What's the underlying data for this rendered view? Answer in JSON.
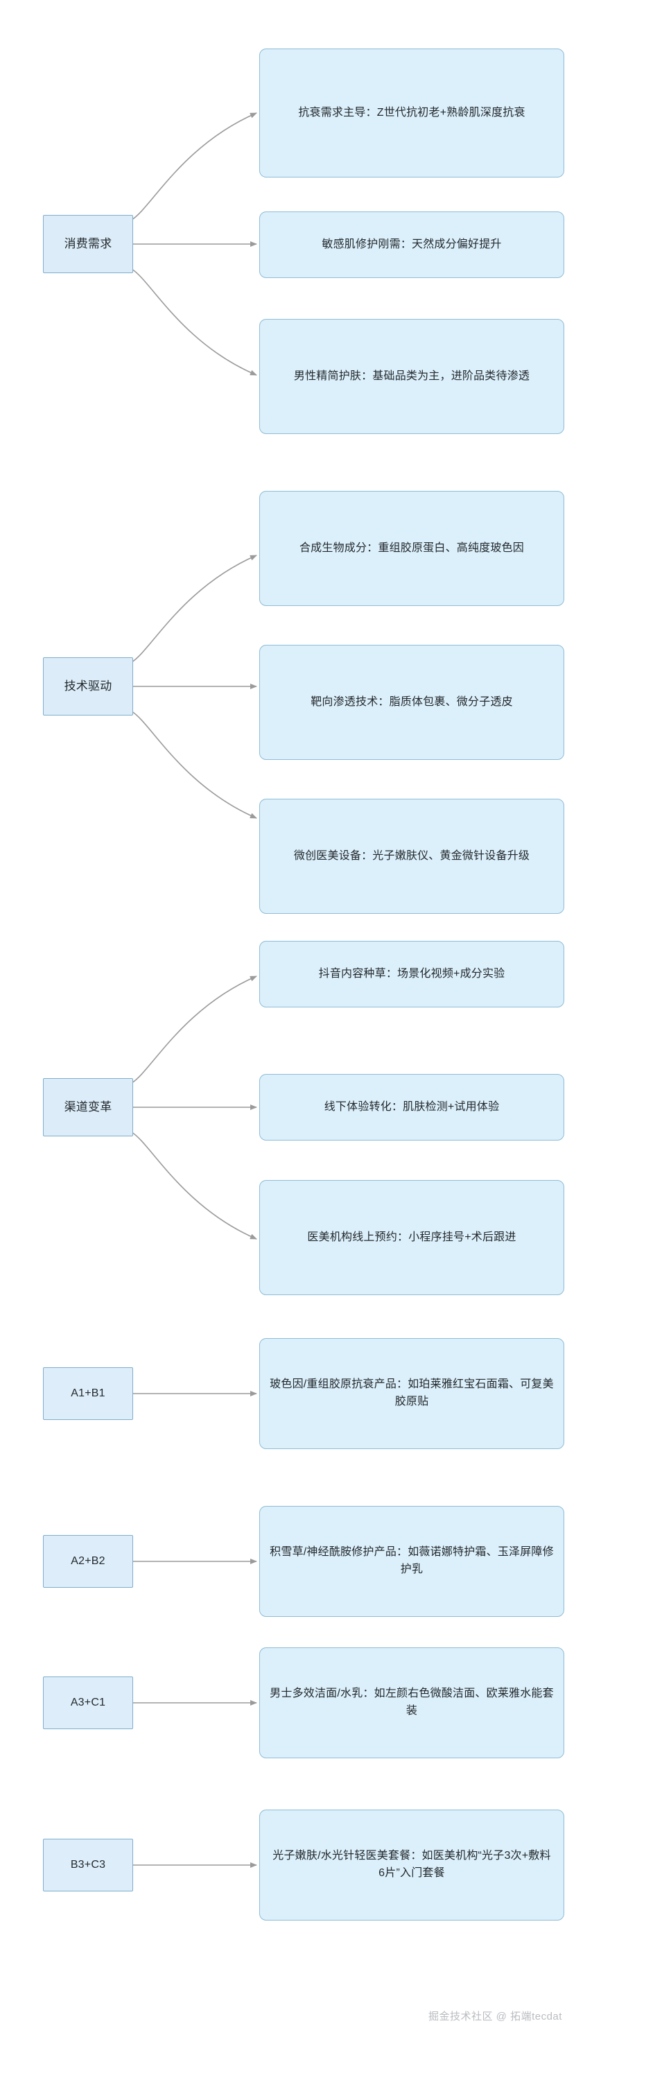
{
  "diagram": {
    "type": "flowchart",
    "orientation": "left-to-right",
    "background_color": "#ffffff",
    "node_fill": "#dcf0fb",
    "node_border": "#86b5d1",
    "edge_color": "#9a9a9a",
    "text_color": "#23282d"
  },
  "groups": [
    {
      "id": "group-consumer-demand",
      "parent": {
        "id": "A",
        "label": "消费需求"
      },
      "children": [
        {
          "id": "A1",
          "label": "抗衰需求主导：Z世代抗初老+熟龄肌深度抗衰"
        },
        {
          "id": "A2",
          "label": "敏感肌修护刚需：天然成分偏好提升"
        },
        {
          "id": "A3",
          "label": "男性精简护肤：基础品类为主，进阶品类待渗透"
        }
      ]
    },
    {
      "id": "group-technology-driver",
      "parent": {
        "id": "B",
        "label": "技术驱动"
      },
      "children": [
        {
          "id": "B1",
          "label": "合成生物成分：重组胶原蛋白、高纯度玻色因"
        },
        {
          "id": "B2",
          "label": "靶向渗透技术：脂质体包裹、微分子透皮"
        },
        {
          "id": "B3",
          "label": "微创医美设备：光子嫩肤仪、黄金微针设备升级"
        }
      ]
    },
    {
      "id": "group-channel-change",
      "parent": {
        "id": "C",
        "label": "渠道变革"
      },
      "children": [
        {
          "id": "C1",
          "label": "抖音内容种草：场景化视频+成分实验"
        },
        {
          "id": "C2",
          "label": "线下体验转化：肌肤检测+试用体验"
        },
        {
          "id": "C3",
          "label": "医美机构线上预约：小程序挂号+术后跟进"
        }
      ]
    }
  ],
  "combinations": [
    {
      "id": "combo-a1b1",
      "key": "A1+B1",
      "value": "玻色因/重组胶原抗衰产品：如珀莱雅红宝石面霜、可复美胶原贴"
    },
    {
      "id": "combo-a2b2",
      "key": "A2+B2",
      "value": "积雪草/神经酰胺修护产品：如薇诺娜特护霜、玉泽屏障修护乳"
    },
    {
      "id": "combo-a3c1",
      "key": "A3+C1",
      "value": "男士多效洁面/水乳：如左颜右色微酸洁面、欧莱雅水能套装"
    },
    {
      "id": "combo-b3c3",
      "key": "B3+C3",
      "value": "光子嫩肤/水光针轻医美套餐：如医美机构“光子3次+敷料6片”入门套餐"
    }
  ],
  "footer": {
    "watermark": "掘金技术社区 @ 拓端tecdat"
  }
}
